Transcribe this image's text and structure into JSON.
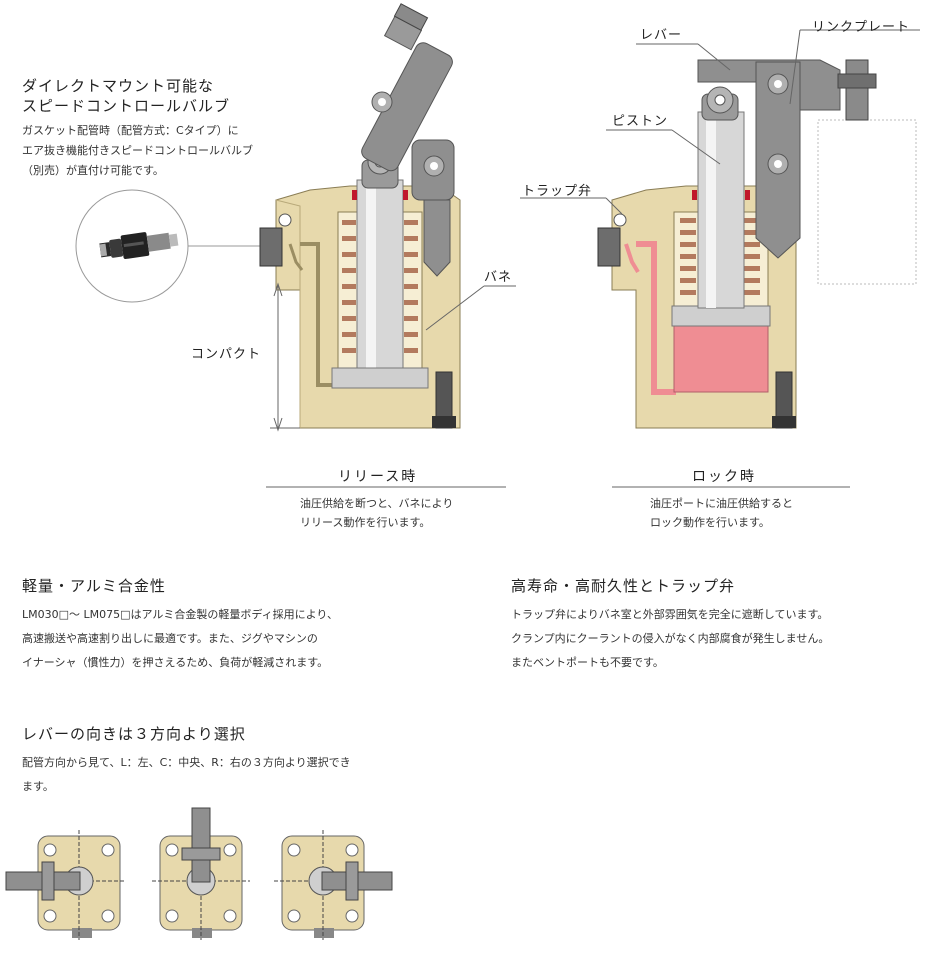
{
  "valve": {
    "title_line1": "ダイレクトマウント可能な",
    "title_line2": "スピードコントロールバルブ",
    "desc_line1": "ガスケット配管時（配管方式：Cタイプ）に",
    "desc_line2": "エア抜き機能付きスピードコントロールバルブ",
    "desc_line3": "（別売）が直付け可能です。"
  },
  "labels": {
    "compact": "コンパクト",
    "spring": "バネ",
    "lever": "レバー",
    "link_plate": "リンクプレート",
    "piston": "ピストン",
    "trap_valve": "トラップ弁"
  },
  "release": {
    "title": "リリース時",
    "desc_line1": "油圧供給を断つと、バネにより",
    "desc_line2": "リリース動作を行います。"
  },
  "lock": {
    "title": "ロック時",
    "desc_line1": "油圧ポートに油圧供給すると",
    "desc_line2": "ロック動作を行います。"
  },
  "features": [
    {
      "title": "軽量・アルミ合金性",
      "lines": [
        "LM030□～ LM075□はアルミ合金製の軽量ボディ採用により、",
        "高速搬送や高速割り出しに最適です。また、ジグやマシンの",
        "イナーシャ（慣性力）を押さえるため、負荷が軽減されます。"
      ]
    },
    {
      "title": "高寿命・高耐久性とトラップ弁",
      "lines": [
        "トラップ弁によりバネ室と外部雰囲気を完全に遮断しています。",
        "クランプ内にクーラントの侵入がなく内部腐食が発生しません。",
        "またベントポートも不要です。"
      ]
    },
    {
      "title": "レバーの向きは３方向より選択",
      "lines": [
        "配管方向から見て、L：左、C：中央、R：右の３方向より選択でき",
        "ます。"
      ]
    }
  ],
  "colors": {
    "body": "#e7d9ac",
    "lever": "#8f8f8f",
    "spring": "#b37a5e",
    "oil": "#ef8d93",
    "seal": "#c0172b"
  }
}
